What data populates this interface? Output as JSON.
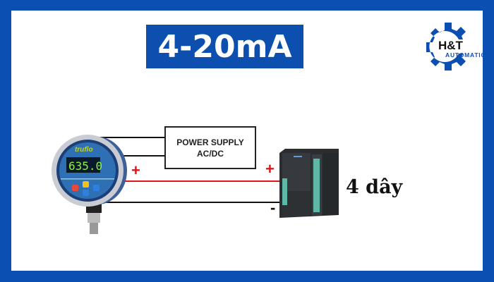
{
  "title": "4-20mA",
  "logo": {
    "name": "H&T",
    "sub": "AUTOMATION",
    "color": "#0b4fb3"
  },
  "power_supply": {
    "line1": "POWER SUPPLY",
    "line2": "AC/DC"
  },
  "gauge": {
    "brand": "truflo",
    "reading": "635.0"
  },
  "signs": {
    "plus_left": "+",
    "plus_right": "+",
    "minus": "-"
  },
  "label": "4 dây",
  "colors": {
    "frame": "#0b4fb3",
    "signal": "#e0141b"
  }
}
